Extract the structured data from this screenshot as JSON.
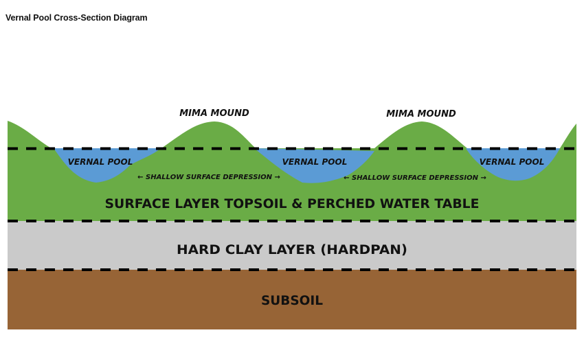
{
  "title": "Vernal Pool Cross-Section Diagram",
  "colors": {
    "topsoil": "#6aac46",
    "pool": "#5b9bd5",
    "hardpan": "#cacaca",
    "subsoil": "#976436",
    "dash": "#000000"
  },
  "labels": {
    "mound_1": "MIMA MOUND",
    "mound_2": "MIMA MOUND",
    "pool_1": "VERNAL POOL",
    "pool_2": "VERNAL POOL",
    "pool_3": "VERNAL POOL",
    "depression_1": "← SHALLOW SURFACE DEPRESSION →",
    "depression_2": "← SHALLOW SURFACE DEPRESSION →"
  },
  "layers": [
    {
      "id": "topsoil",
      "label": "SURFACE LAYER TOPSOIL & PERCHED WATER TABLE"
    },
    {
      "id": "hardpan",
      "label": "HARD CLAY LAYER (HARDPAN)"
    },
    {
      "id": "subsoil",
      "label": "SUBSOIL"
    }
  ]
}
